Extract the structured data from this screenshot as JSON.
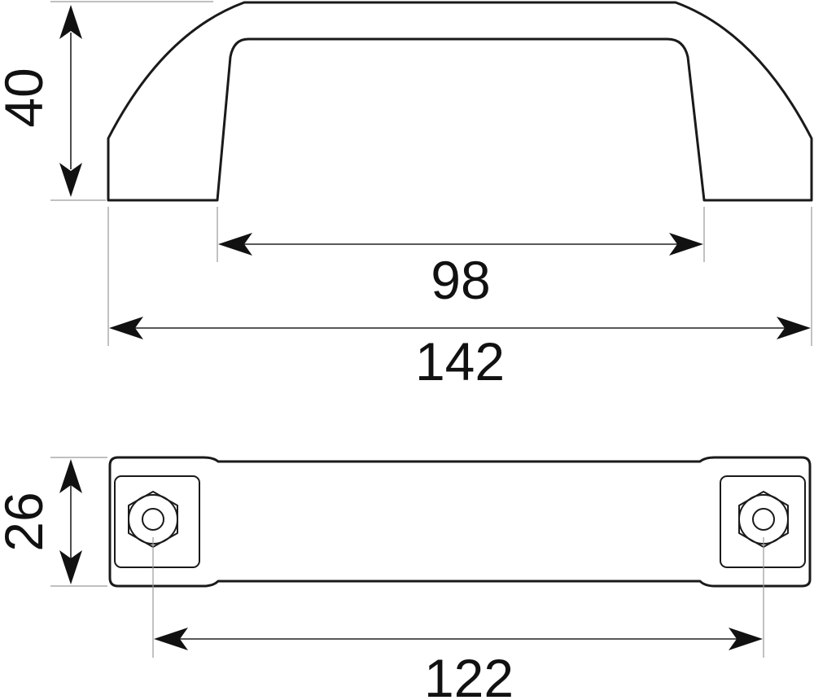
{
  "drawing": {
    "line_color": "#1a1a1a",
    "dimension_color": "#222222",
    "extension_color": "#9a9a9a",
    "dimensions": {
      "height": "40",
      "inner_width": "98",
      "overall_width": "142",
      "depth": "26",
      "mount_spacing": "122"
    }
  }
}
